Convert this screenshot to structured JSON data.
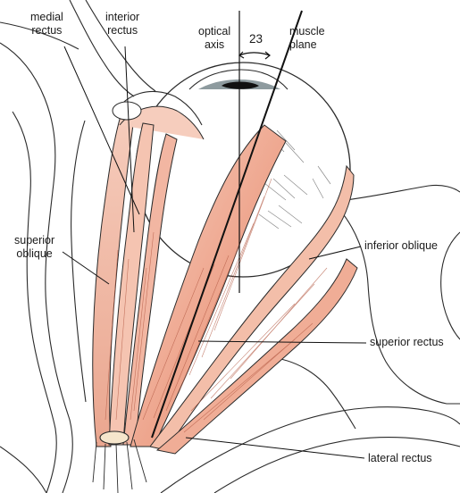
{
  "labels": {
    "medial_rectus": [
      "medial",
      "rectus"
    ],
    "interior_rectus": [
      "interior",
      "rectus"
    ],
    "optical_axis": [
      "optical",
      "axis"
    ],
    "angle": "23",
    "muscle_plane": [
      "muscle",
      "plane"
    ],
    "superior_oblique": [
      "superior",
      "oblique"
    ],
    "inferior_oblique": "inferior oblique",
    "superior_rectus": "superior rectus",
    "lateral_rectus": "lateral rectus"
  },
  "colors": {
    "muscle_fill": "#f3b9a6",
    "muscle_fill_dark": "#e99a82",
    "muscle_fill_light": "#f8d6c8",
    "outline": "#2a2a2a",
    "iris": "#7a8a8e",
    "pupil": "#111111"
  }
}
